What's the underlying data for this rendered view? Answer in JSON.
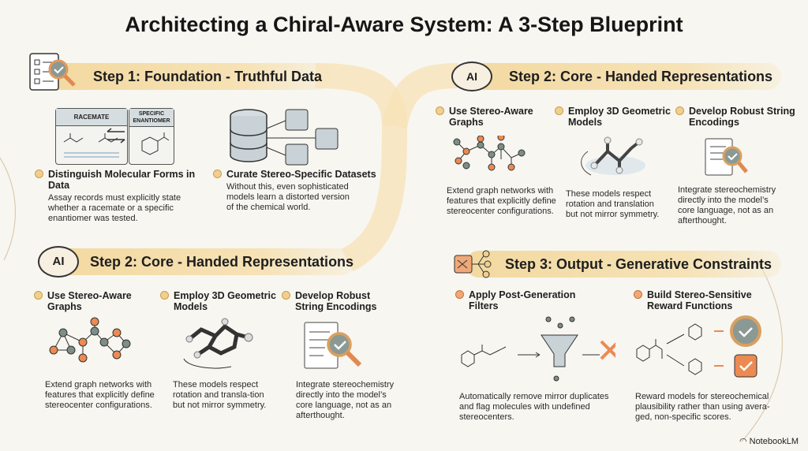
{
  "title": "Architecting a Chiral-Aware System: A 3-Step Blueprint",
  "step1": {
    "title": "Step 1: Foundation - Truthful Data",
    "illustration_labels": {
      "racemate": "RACEMATE",
      "enantiomer": "SPECIFIC ENANTIOMER"
    },
    "items": [
      {
        "heading": "Distinguish Molecular Forms in Data",
        "text": "Assay records must explicitly state whether a racemate or a specific enantiomer was tested."
      },
      {
        "heading": "Curate Stereo-Specific Datasets",
        "text": "Without this, even sophisticated models learn a distorted version of the chemical world."
      }
    ]
  },
  "step2_top": {
    "title": "Step 2: Core - Handed Representations",
    "icon_label": "AI",
    "items": [
      {
        "heading": "Use Stereo-Aware Graphs",
        "text": "Extend graph networks with features that explicitly define stereocenter configurations."
      },
      {
        "heading": "Employ 3D Geometric Models",
        "text": "These models respect rotation and translation but not mirror symmetry."
      },
      {
        "heading": "Develop Robust String Encodings",
        "text": "Integrate stereochemistry directly into the model’s core language, not as an afterthought."
      }
    ]
  },
  "step2_bottom": {
    "title": "Step 2: Core - Handed Representations",
    "icon_label": "AI",
    "items": [
      {
        "heading": "Use Stereo-Aware Graphs",
        "text": "Extend graph networks with features that explicitly define stereocenter configurations."
      },
      {
        "heading": "Employ 3D Geometric Models",
        "text": "These models respect rotation and transla-tion but not mirror symmetry."
      },
      {
        "heading": "Develop Robust String Encodings",
        "text": "Integrate stereochemistry directly into the model’s core language, not as an afterthought."
      }
    ]
  },
  "step3": {
    "title": "Step 3: Output - Generative Constraints",
    "items": [
      {
        "heading": "Apply Post-Generation Filters",
        "text": "Automatically remove mirror duplicates and flag molecules with undefined stereocenters."
      },
      {
        "heading": "Build Stereo-Sensitive Reward Functions",
        "text": "Reward models for stereochemical plausibility rather than using avera-ged, non-specific scores."
      }
    ]
  },
  "brand": "NotebookLM",
  "colors": {
    "banner": "#f3d9a0",
    "accent_orange": "#ec8a52",
    "node_gray": "#7d8d87",
    "background": "#f7f6f1"
  }
}
